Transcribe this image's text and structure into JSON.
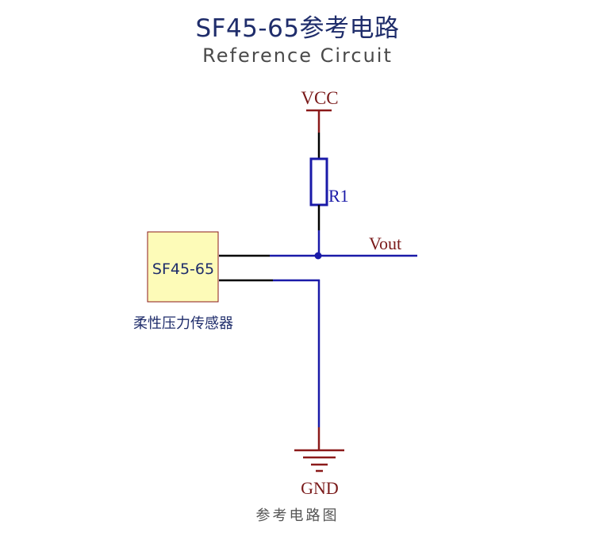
{
  "header": {
    "title": "SF45-65参考电路",
    "subtitle": "Reference Circuit"
  },
  "schematic": {
    "power_label": "VCC",
    "resistor_label": "R1",
    "output_label": "Vout",
    "ground_label": "GND",
    "sensor_label": "SF45-65",
    "sensor_caption": "柔性压力传感器"
  },
  "footer": {
    "caption": "参考电路图"
  },
  "colors": {
    "wire_blue": "#1a1aa8",
    "power_red": "#8b1a1a",
    "sensor_fill": "#fdfbb8",
    "title_navy": "#1f2d6b"
  }
}
